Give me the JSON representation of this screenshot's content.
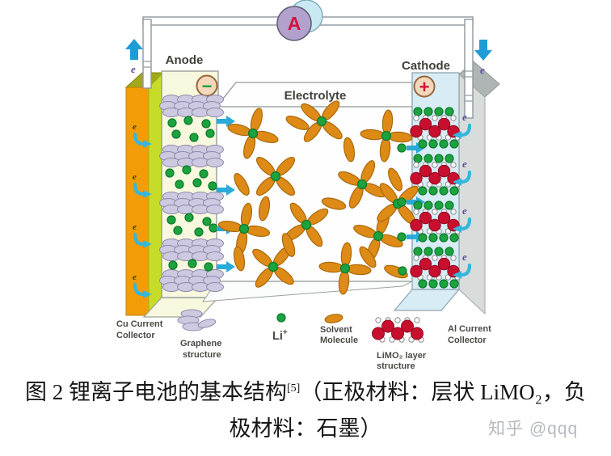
{
  "diagram": {
    "ammeter": "A",
    "anode_label": "Anode",
    "cathode_label": "Cathode",
    "electrolyte_label": "Electrolyte",
    "electron": "e",
    "minus_symbol": "−",
    "plus_symbol": "+",
    "legend": {
      "cu_line1": "Cu Current",
      "cu_line2": "Collector",
      "graphene_line1": "Graphene",
      "graphene_line2": "structure",
      "li": "Li",
      "li_sup": "+",
      "solvent_line1": "Solvent",
      "solvent_line2": "Molecule",
      "limo2_line1": "LiMO₂ layer",
      "limo2_line2": "structure",
      "al_line1": "Al Current",
      "al_line2": "Collector"
    },
    "colors": {
      "solvent_orange": "#DE8A16",
      "li_green": "#1CA23E",
      "limo2_red": "#C8102E",
      "anode_fill": "#F8F8DE",
      "cathode_fill": "#D8ECF6",
      "cu_collector_orange": "#F29D05",
      "cu_collector_green": "#C6DC28",
      "al_collector_gray": "#D8DDDB",
      "graphene_lavender": "#CDC9E0",
      "arrow_cyan": "#2AAAD9",
      "electron_purple": "#5B4EA0",
      "ammeter_purple": "#B3A1CD",
      "ammeter_red": "#D5103C"
    }
  },
  "caption": {
    "line1_prefix": "图 2 锂离子电池的基本结构",
    "line1_ref": "[5]",
    "line1_suffix": "（正极材料：层状 LiMO₂，负",
    "line2": "极材料：石墨）",
    "watermark": "知乎 @qqq"
  }
}
